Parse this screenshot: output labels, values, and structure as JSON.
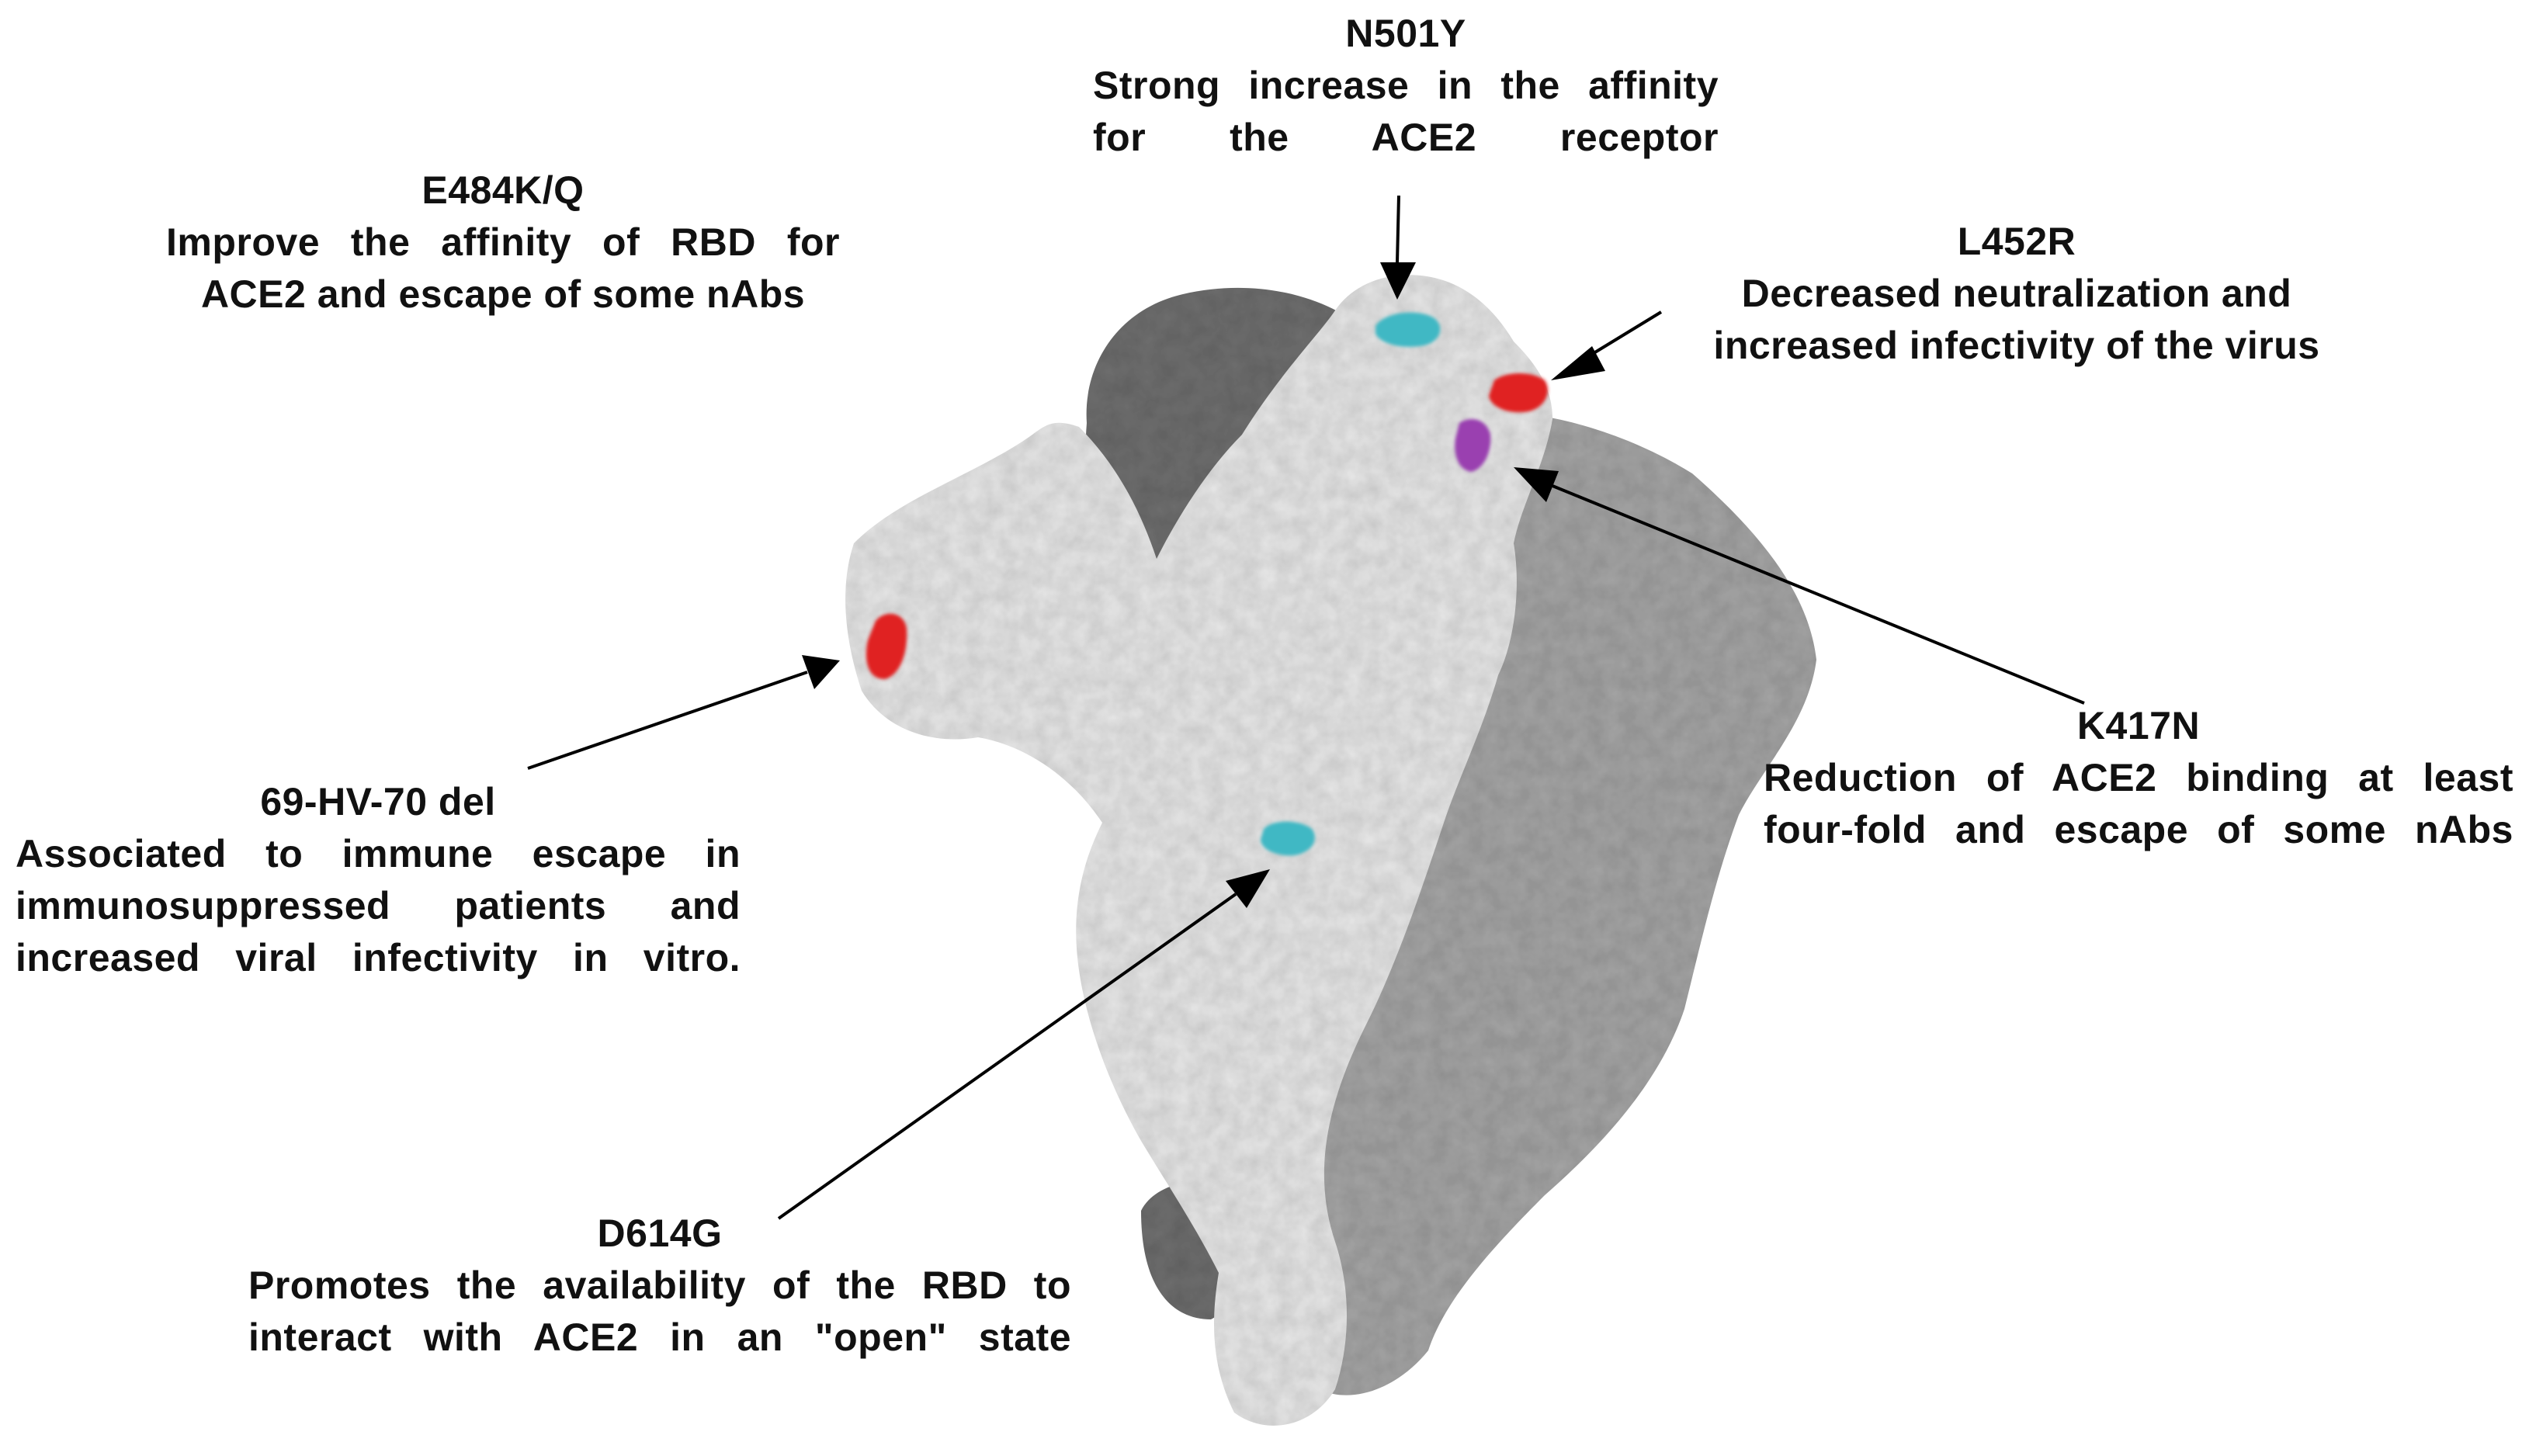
{
  "colors": {
    "protein_light": "#e6e6e6",
    "protein_mid": "#a4a4a4",
    "protein_dark": "#6e6e6e",
    "mutation_cyan": "#3fb8c4",
    "mutation_red": "#e02020",
    "mutation_purple": "#9a3fb0",
    "arrow": "#000000"
  },
  "icons": {
    "structure": "spike-protein-trimer-surface",
    "arrowhead": "triangle-arrowhead"
  },
  "annotations": [
    {
      "id": "n501y",
      "name": "N501Y",
      "lines": [
        "Strong increase in the affinity",
        "for the ACE2 receptor"
      ],
      "marker_color": "cyan"
    },
    {
      "id": "e484kq",
      "name": "E484K/Q",
      "lines": [
        "Improve the affinity of RBD for",
        "ACE2 and escape of some nAbs"
      ],
      "marker_color": "red"
    },
    {
      "id": "l452r",
      "name": "L452R",
      "lines": [
        "Decreased neutralization and",
        "increased infectivity of the virus"
      ],
      "marker_color": "red"
    },
    {
      "id": "k417n",
      "name": "K417N",
      "lines": [
        "Reduction of ACE2 binding at least",
        "four-fold and  escape of some nAbs"
      ],
      "marker_color": "purple"
    },
    {
      "id": "hv69_70",
      "name": "69-HV-70 del",
      "lines": [
        "Associated to immune escape in",
        "immunosuppressed patients and",
        "increased viral infectivity in vitro."
      ],
      "marker_color": "red"
    },
    {
      "id": "d614g",
      "name": "D614G",
      "lines": [
        "Promotes the availability of the RBD to",
        "interact with ACE2 in an \"open\" state"
      ],
      "marker_color": "cyan"
    }
  ]
}
